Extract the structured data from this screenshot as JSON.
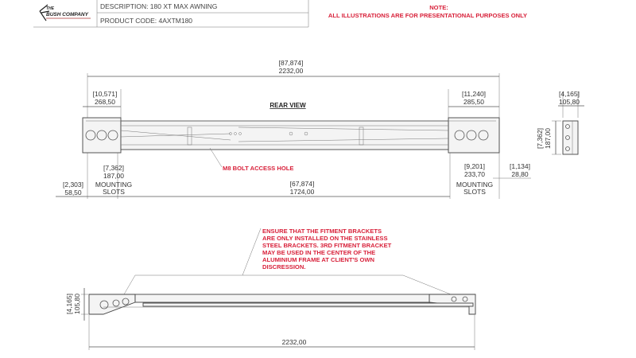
{
  "title_block": {
    "logo_text": "THE BUSH COMPANY",
    "description": "DESCRIPTION: 180 XT MAX AWNING",
    "product_code": "PRODUCT CODE: 4AXTM180"
  },
  "note": {
    "heading": "NOTE:",
    "text": "ALL ILLUSTRATIONS ARE FOR PRESENTATIONAL PURPOSES ONLY"
  },
  "rear_view": {
    "label": "REAR VIEW",
    "overall": {
      "inch": "[87,874]",
      "mm": "2232,00"
    },
    "left_end": {
      "inch": "[10,571]",
      "mm": "268,50"
    },
    "right_end": {
      "inch": "[11,240]",
      "mm": "285,50"
    },
    "bolt_hole_label": "M8 BOLT ACCESS HOLE",
    "left_slots": {
      "inch": "[7,362]",
      "mm": "187,00",
      "label1": "MOUNTING",
      "label2": "SLOTS"
    },
    "left_offset": {
      "inch": "[2,303]",
      "mm": "58,50"
    },
    "slot_spacing": {
      "inch": "[67,874]",
      "mm": "1724,00"
    },
    "right_slots": {
      "inch": "[9,201]",
      "mm": "233,70",
      "label1": "MOUNTING",
      "label2": "SLOTS"
    },
    "right_offset": {
      "inch": "[1,134]",
      "mm": "28,80"
    }
  },
  "side_view": {
    "width": {
      "inch": "[4,165]",
      "mm": "105,80"
    },
    "height": {
      "inch": "[7,362]",
      "mm": "187,00"
    }
  },
  "top_view": {
    "note_lines": [
      "ENSURE THAT THE FITMENT BRACKETS",
      "ARE ONLY INSTALLED ON THE STAINLESS",
      "STEEL BRACKETS. 3RD FITMENT BRACKET",
      "MAY BE USED IN THE CENTER OF THE",
      "ALUMINIUM FRAME AT CLIENT'S OWN",
      "DISCRESSION."
    ],
    "depth": {
      "inch": "[4,165]",
      "mm": "105,80"
    },
    "overall_mm": "2232,00"
  },
  "colors": {
    "note": "#d8213a",
    "line": "#555555"
  }
}
